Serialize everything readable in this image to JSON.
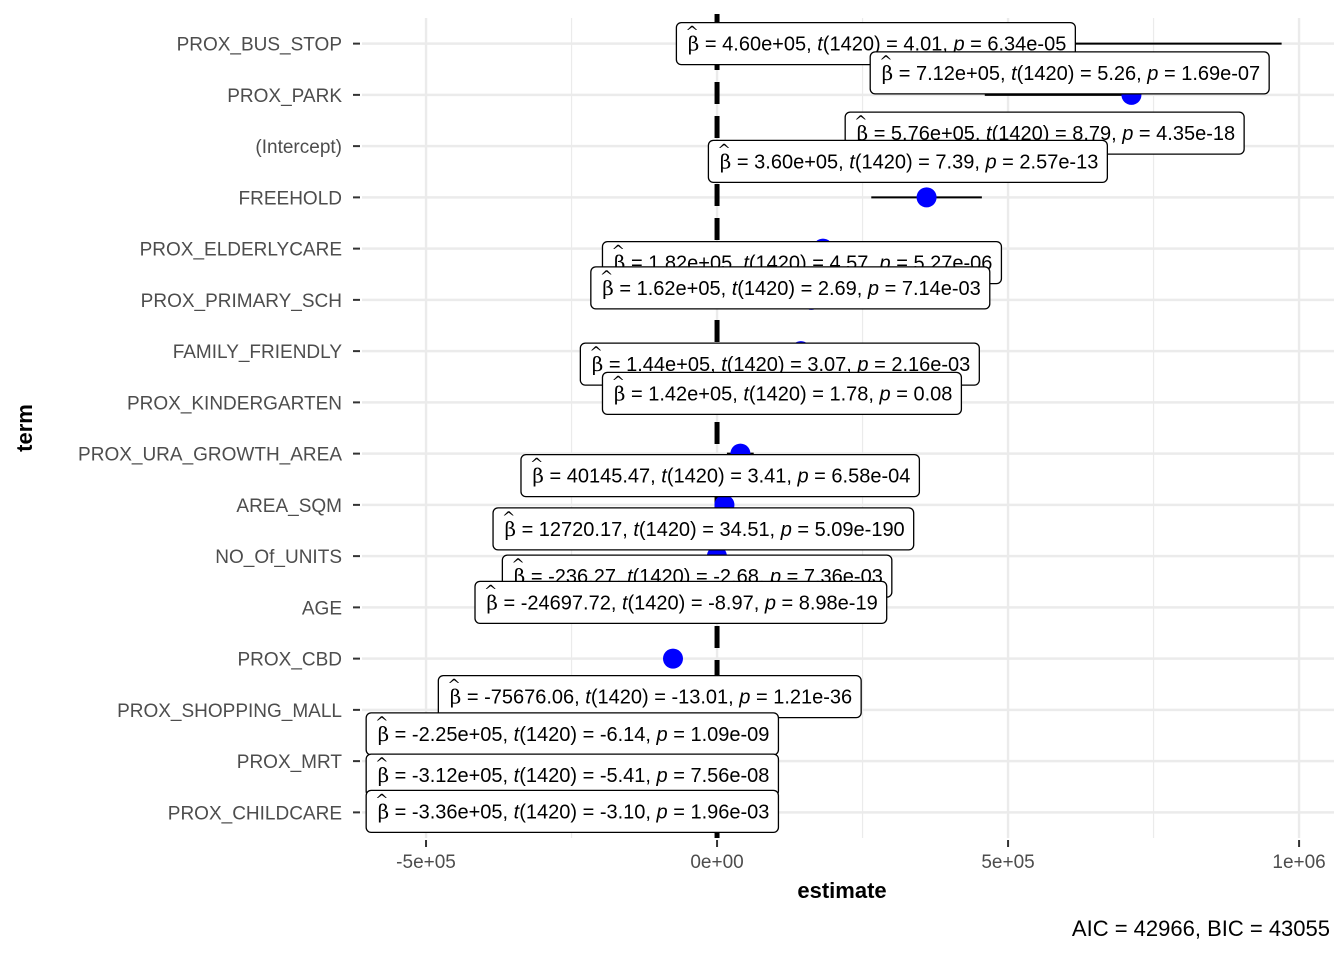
{
  "chart_data": {
    "type": "scatter",
    "xlabel": "estimate",
    "ylabel": "term",
    "caption": "AIC = 42966, BIC = 43055",
    "xlim": [
      -610000,
      1060000
    ],
    "x_ticks": [
      -500000,
      0,
      500000,
      1000000
    ],
    "x_tick_labels": [
      "-5e+05",
      "0e+00",
      "5e+05",
      "1e+06"
    ],
    "x_minor": [
      -250000,
      250000,
      750000
    ],
    "reference_line": 0,
    "point_color": "#0000ff",
    "terms": [
      {
        "term": "PROX_BUS_STOP",
        "estimate": 460000,
        "ci_low": -50000,
        "ci_high": 970000,
        "label": {
          "beta": "4.60e+05",
          "t": "4.01",
          "p": "6.34e-05"
        },
        "label_x": -75000,
        "label_dy": 0
      },
      {
        "term": "PROX_PARK",
        "estimate": 712000,
        "ci_low": 460000,
        "ci_high": 705000,
        "label": {
          "beta": "7.12e+05",
          "t": "5.26",
          "p": "1.69e-07"
        },
        "label_x": 258000,
        "label_dy": -22
      },
      {
        "term": "(Intercept)",
        "estimate": 576000,
        "ci_low": 450000,
        "ci_high": 705000,
        "label": {
          "beta": "5.76e+05",
          "t": "8.79",
          "p": "4.35e-18"
        },
        "label_x": 215000,
        "label_dy": -13
      },
      {
        "term": "FREEHOLD",
        "estimate": 360000,
        "ci_low": 265000,
        "ci_high": 455000,
        "label": {
          "beta": "3.60e+05",
          "t": "7.39",
          "p": "2.57e-13"
        },
        "label_x": -20000,
        "label_dy": -36
      },
      {
        "term": "PROX_ELDERLYCARE",
        "estimate": 182000,
        "ci_low": 110000,
        "ci_high": 254000,
        "label": {
          "beta": "1.82e+05",
          "t": "4.57",
          "p": "5.27e-06"
        },
        "label_x": -202000,
        "label_dy": 14
      },
      {
        "term": "PROX_PRIMARY_SCH",
        "estimate": 162000,
        "ci_low": 45000,
        "ci_high": 280000,
        "label": {
          "beta": "1.62e+05",
          "t": "2.69",
          "p": "7.14e-03"
        },
        "label_x": -222000,
        "label_dy": -12
      },
      {
        "term": "FAMILY_FRIENDLY",
        "estimate": 144000,
        "ci_low": 52000,
        "ci_high": 236000,
        "label": {
          "beta": "1.44e+05",
          "t": "3.07",
          "p": "2.16e-03"
        },
        "label_x": -240000,
        "label_dy": 13
      },
      {
        "term": "PROX_KINDERGARTEN",
        "estimate": 142000,
        "ci_low": -14000,
        "ci_high": 298000,
        "label": {
          "beta": "1.42e+05",
          "t": "1.78",
          "p": "0.08"
        },
        "label_x": -202000,
        "label_dy": -9
      },
      {
        "term": "PROX_URA_GROWTH_AREA",
        "estimate": 40145.47,
        "ci_low": 17000,
        "ci_high": 63000,
        "label": {
          "beta": "40145.47",
          "t": "3.41",
          "p": "6.58e-04"
        },
        "label_x": -342000,
        "label_dy": 22
      },
      {
        "term": "AREA_SQM",
        "estimate": 12720.17,
        "ci_low": 12000,
        "ci_high": 13400,
        "label": {
          "beta": "12720.17",
          "t": "34.51",
          "p": "5.09e-190"
        },
        "label_x": -390000,
        "label_dy": 24
      },
      {
        "term": "NO_Of_UNITS",
        "estimate": -236.27,
        "ci_low": -410,
        "ci_high": -62,
        "label": {
          "beta": "-236.27",
          "t": "-2.68",
          "p": "7.36e-03"
        },
        "label_x": -374000,
        "label_dy": 20
      },
      {
        "term": "AGE",
        "estimate": -24697.72,
        "ci_low": -30100,
        "ci_high": -19300,
        "label": {
          "beta": "-24697.72",
          "t": "-8.97",
          "p": "8.98e-19"
        },
        "label_x": -421000,
        "label_dy": -5
      },
      {
        "term": "PROX_CBD",
        "estimate": -75676.06,
        "ci_low": -87000,
        "ci_high": -64300,
        "label": {
          "beta": "-75676.06",
          "t": "-13.01",
          "p": "1.21e-36"
        },
        "label_x": -484000,
        "label_dy": 38
      },
      {
        "term": "PROX_SHOPPING_MALL",
        "estimate": -225000,
        "ci_low": -297000,
        "ci_high": -153000,
        "label": {
          "beta": "-2.25e+05",
          "t": "-6.14",
          "p": "1.09e-09"
        },
        "label_x": -608000,
        "label_dy": 24
      },
      {
        "term": "PROX_MRT",
        "estimate": -312000,
        "ci_low": -425000,
        "ci_high": -199000,
        "label": {
          "beta": "-3.12e+05",
          "t": "-5.41",
          "p": "7.56e-08"
        },
        "label_x": -608000,
        "label_dy": 14
      },
      {
        "term": "PROX_CHILDCARE",
        "estimate": -336000,
        "ci_low": -548000,
        "ci_high": -124000,
        "label": {
          "beta": "-3.36e+05",
          "t": "-3.10",
          "p": "1.96e-03"
        },
        "label_x": -608000,
        "label_dy": -1
      }
    ]
  },
  "label_template": {
    "beta_sym": "β",
    "hat": "^",
    "eq": " = ",
    "t_sym": "t",
    "df": "1420",
    "p_sym": "p"
  }
}
